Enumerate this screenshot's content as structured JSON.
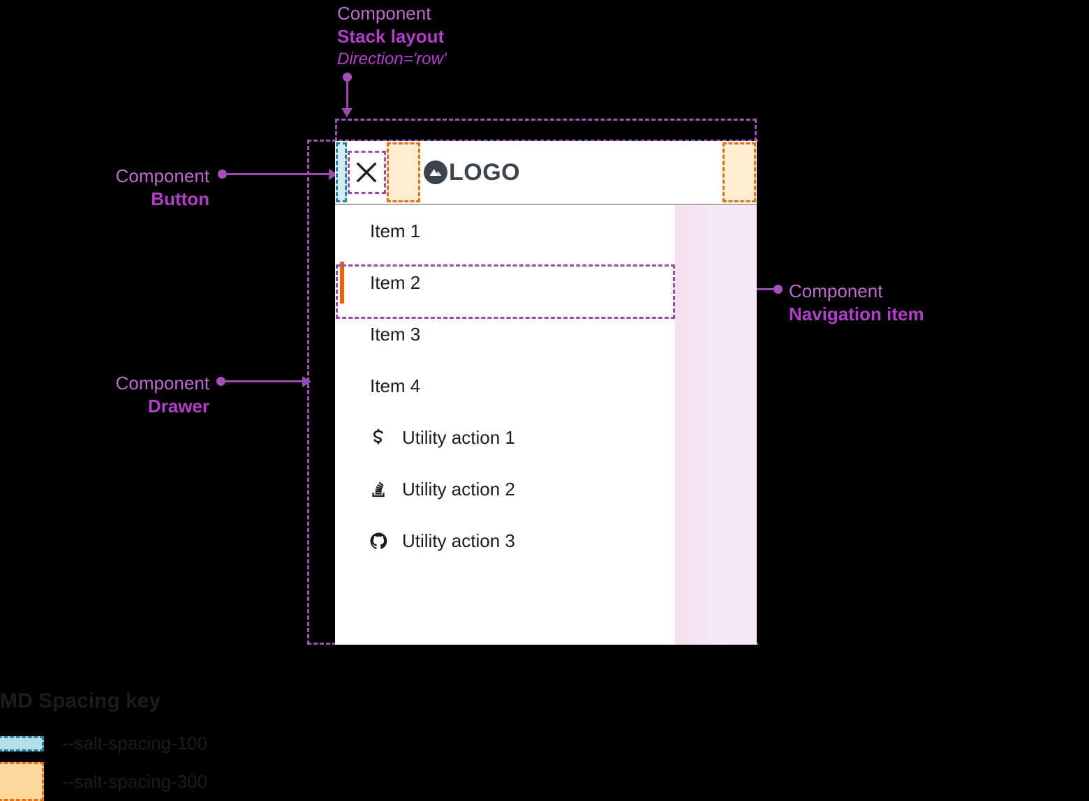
{
  "annotations": [
    {
      "id": "stack-layout",
      "kind": "Component",
      "name": "Stack layout",
      "prop": "Direction='row'"
    },
    {
      "id": "button",
      "kind": "Component",
      "name": "Button",
      "prop": ""
    },
    {
      "id": "drawer",
      "kind": "Component",
      "name": "Drawer",
      "prop": ""
    },
    {
      "id": "navigation-item",
      "kind": "Component",
      "name": "Navigation item",
      "prop": ""
    }
  ],
  "drawer": {
    "header": {
      "close_label": "Close",
      "close_icon": "close-icon",
      "logo_icon": "mountain-logo-icon",
      "logo_text": "LOGO"
    },
    "nav_items": [
      {
        "label": "Item 1",
        "active": false
      },
      {
        "label": "Item 2",
        "active": true
      },
      {
        "label": "Item 3",
        "active": false
      },
      {
        "label": "Item 4",
        "active": false
      }
    ],
    "utility_actions": [
      {
        "label": "Utility action 1",
        "icon": "salt-s-icon"
      },
      {
        "label": "Utility action 2",
        "icon": "stack-overflow-icon"
      },
      {
        "label": "Utility action 3",
        "icon": "github-icon"
      }
    ]
  },
  "legend": {
    "title": "MD Spacing key",
    "rows": [
      {
        "token": "--salt-spacing-100",
        "swatch": "spacing-100-swatch"
      },
      {
        "token": "--salt-spacing-300",
        "swatch": "spacing-300-swatch"
      }
    ]
  },
  "colors": {
    "annotation": "#b13fc9",
    "annotation_light": "#bb6ccd",
    "spacing_100_fill": "#d3ebf2",
    "spacing_100_stroke": "#2880a0",
    "spacing_300_fill": "#fdeed3",
    "spacing_300_stroke": "#e4700e",
    "active_indicator": "#e8630a",
    "logo": "#3d4450",
    "highlight_pink": "#f5e4f3",
    "background": "#000000",
    "panel": "#ffffff"
  }
}
